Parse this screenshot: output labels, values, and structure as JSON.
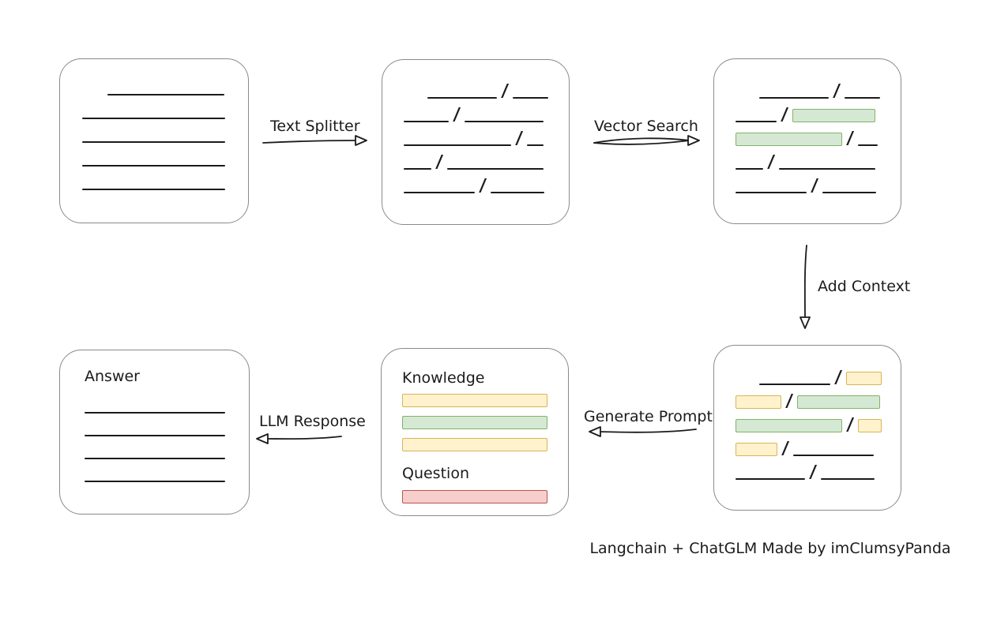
{
  "diagram": {
    "caption": "Langchain + ChatGLM Made by imClumsyPanda",
    "slash_glyph": "/",
    "colors": {
      "box_border": "#8a8a8a",
      "ink": "#1b1b1b",
      "yellow_fill": "#FFF2CC",
      "yellow_border": "#D6B656",
      "green_fill": "#D5E8D4",
      "green_border": "#82B366",
      "red_fill": "#F8CECC",
      "red_border": "#B85450"
    },
    "arrows": {
      "text_splitter": {
        "label": "Text Splitter"
      },
      "vector_search": {
        "label": "Vector Search"
      },
      "add_context": {
        "label": "Add Context"
      },
      "generate_prompt": {
        "label": "Generate Prompt"
      },
      "llm_response": {
        "label": "LLM Response"
      }
    },
    "boxes": {
      "document": {
        "rows": [
          {
            "indent": 32,
            "tokens": [
              {
                "t": "seg",
                "w": 148
              }
            ]
          },
          {
            "indent": 0,
            "tokens": [
              {
                "t": "seg",
                "w": 181
              }
            ]
          },
          {
            "indent": 0,
            "tokens": [
              {
                "t": "seg",
                "w": 181
              }
            ]
          },
          {
            "indent": 0,
            "tokens": [
              {
                "t": "seg",
                "w": 181
              }
            ]
          },
          {
            "indent": 0,
            "tokens": [
              {
                "t": "seg",
                "w": 181
              }
            ]
          }
        ]
      },
      "chunks": {
        "rows": [
          {
            "indent": 30,
            "tokens": [
              {
                "t": "seg",
                "w": 88
              },
              {
                "t": "slash"
              },
              {
                "t": "seg",
                "w": 45
              }
            ]
          },
          {
            "indent": 0,
            "tokens": [
              {
                "t": "seg",
                "w": 57
              },
              {
                "t": "slash"
              },
              {
                "t": "seg",
                "w": 100
              }
            ]
          },
          {
            "indent": 0,
            "tokens": [
              {
                "t": "seg",
                "w": 136
              },
              {
                "t": "slash"
              },
              {
                "t": "seg",
                "w": 21
              }
            ]
          },
          {
            "indent": 0,
            "tokens": [
              {
                "t": "seg",
                "w": 35
              },
              {
                "t": "slash"
              },
              {
                "t": "seg",
                "w": 122
              }
            ]
          },
          {
            "indent": 0,
            "tokens": [
              {
                "t": "seg",
                "w": 90
              },
              {
                "t": "slash"
              },
              {
                "t": "seg",
                "w": 68
              }
            ]
          }
        ]
      },
      "matched": {
        "rows": [
          {
            "indent": 30,
            "tokens": [
              {
                "t": "seg",
                "w": 88
              },
              {
                "t": "slash"
              },
              {
                "t": "seg",
                "w": 45
              }
            ]
          },
          {
            "indent": 0,
            "tokens": [
              {
                "t": "seg",
                "w": 52
              },
              {
                "t": "slash"
              },
              {
                "t": "green",
                "w": 105
              }
            ]
          },
          {
            "indent": 0,
            "tokens": [
              {
                "t": "green",
                "w": 135
              },
              {
                "t": "slash"
              },
              {
                "t": "seg",
                "w": 25
              }
            ]
          },
          {
            "indent": 0,
            "tokens": [
              {
                "t": "seg",
                "w": 35
              },
              {
                "t": "slash"
              },
              {
                "t": "seg",
                "w": 122
              }
            ]
          },
          {
            "indent": 0,
            "tokens": [
              {
                "t": "seg",
                "w": 90
              },
              {
                "t": "slash"
              },
              {
                "t": "seg",
                "w": 68
              }
            ]
          }
        ]
      },
      "context": {
        "rows": [
          {
            "indent": 30,
            "tokens": [
              {
                "t": "seg",
                "w": 90
              },
              {
                "t": "slash"
              },
              {
                "t": "yellow",
                "w": 45
              }
            ]
          },
          {
            "indent": 0,
            "tokens": [
              {
                "t": "yellow",
                "w": 58
              },
              {
                "t": "slash"
              },
              {
                "t": "green",
                "w": 105
              }
            ]
          },
          {
            "indent": 0,
            "tokens": [
              {
                "t": "green",
                "w": 135
              },
              {
                "t": "slash"
              },
              {
                "t": "yellow",
                "w": 30
              }
            ]
          },
          {
            "indent": 0,
            "tokens": [
              {
                "t": "yellow",
                "w": 53
              },
              {
                "t": "slash"
              },
              {
                "t": "seg",
                "w": 102
              }
            ]
          },
          {
            "indent": 0,
            "tokens": [
              {
                "t": "seg",
                "w": 88
              },
              {
                "t": "slash"
              },
              {
                "t": "seg",
                "w": 68
              }
            ]
          }
        ]
      },
      "prompt": {
        "knowledge_label": "Knowledge",
        "question_label": "Question",
        "knowledge_bars": [
          {
            "color": "yellow"
          },
          {
            "color": "green"
          },
          {
            "color": "yellow"
          }
        ],
        "question_bars": [
          {
            "color": "red"
          }
        ]
      },
      "answer": {
        "label": "Answer",
        "rows": [
          {
            "indent": 0,
            "tokens": [
              {
                "t": "seg",
                "w": 178
              }
            ]
          },
          {
            "indent": 0,
            "tokens": [
              {
                "t": "seg",
                "w": 178
              }
            ]
          },
          {
            "indent": 0,
            "tokens": [
              {
                "t": "seg",
                "w": 178
              }
            ]
          },
          {
            "indent": 0,
            "tokens": [
              {
                "t": "seg",
                "w": 178
              }
            ]
          }
        ]
      }
    }
  }
}
